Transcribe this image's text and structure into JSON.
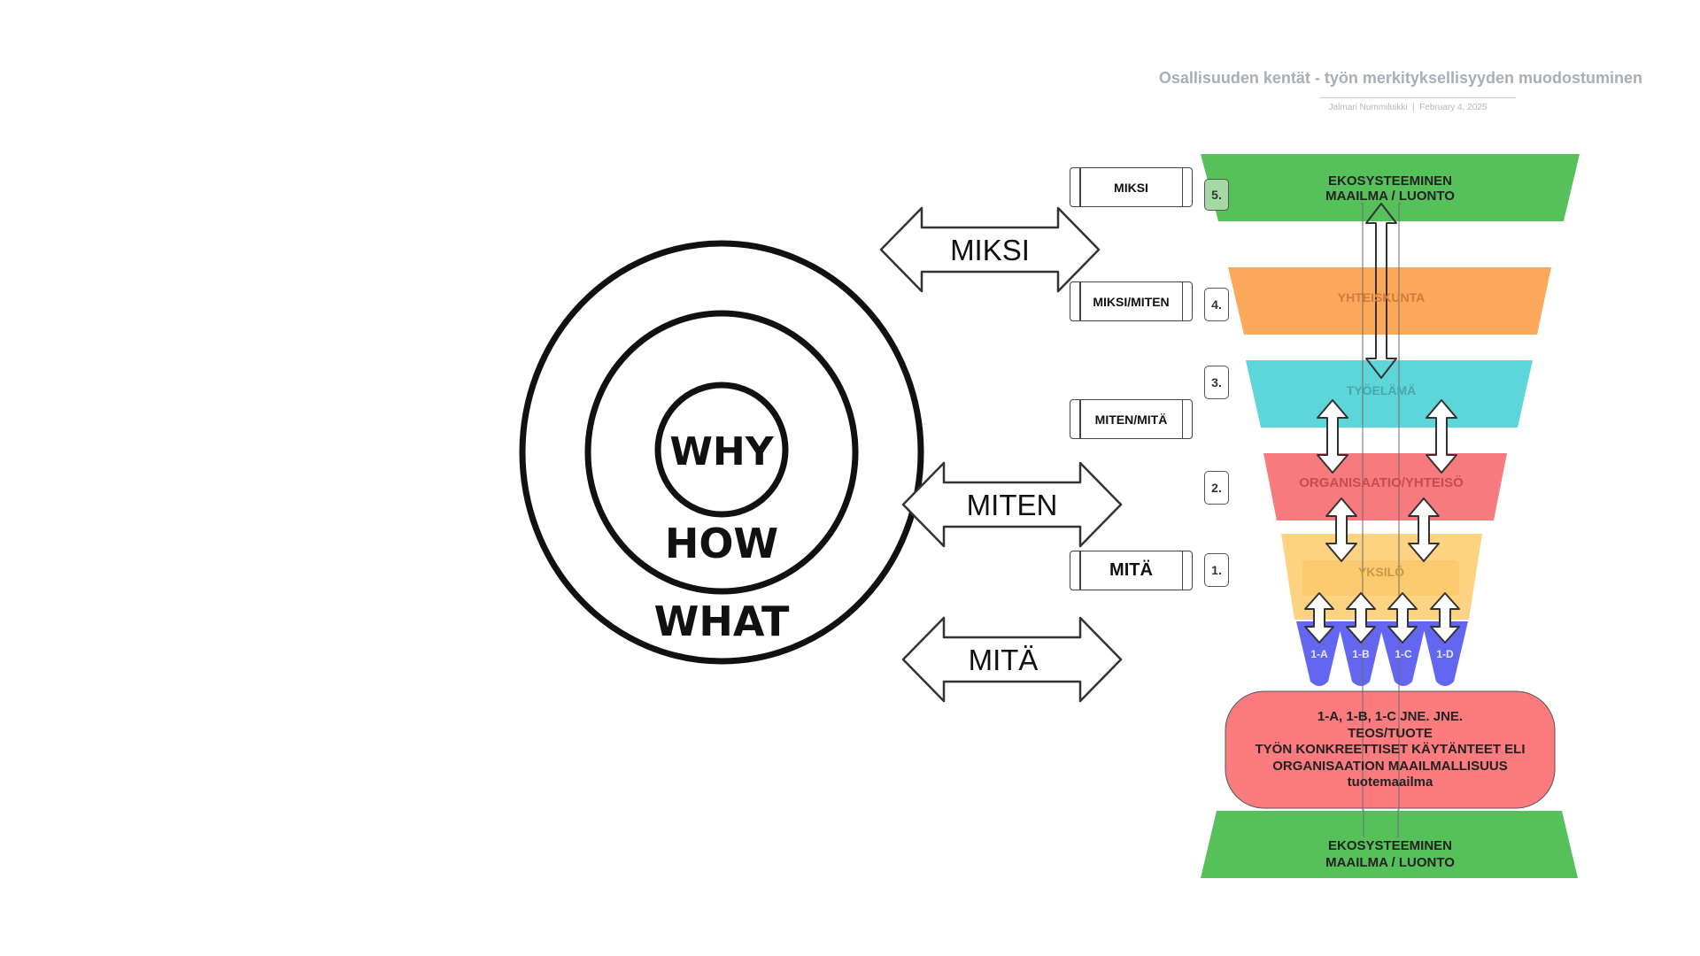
{
  "header": {
    "title": "Osallisuuden kentät - työn merkityksellisyyden muodostuminen",
    "author": "Jalmari Nummiluikki",
    "date": "February 4, 2025"
  },
  "golden_circle": {
    "why": "WHY",
    "how": "HOW",
    "what": "WHAT"
  },
  "big_arrows": {
    "miksi": "MIKSI",
    "miten": "MITEN",
    "mita": "MITÄ"
  },
  "level_boxes": {
    "miksi": "MIKSI",
    "miksi_miten": "MIKSI/MITEN",
    "miten_mita": "MITEN/MITÄ",
    "mita": "MITÄ"
  },
  "level_tags": {
    "five": "5.",
    "four": "4.",
    "three": "3.",
    "two": "2.",
    "one": "1."
  },
  "layers": {
    "ecosystem_top_line1": "EKOSYSTEEMINEN",
    "ecosystem_top_line2": "MAAILMA / LUONTO",
    "society": "YHTEISKUNTA",
    "working_life": "TYÖELÄMÄ",
    "organisation": "ORGANISAATIO/YHTEISÖ",
    "individual": "YKSILÖ",
    "ecosystem_bottom_line1": "EKOSYSTEEMINEN",
    "ecosystem_bottom_line2": "MAAILMA / LUONTO"
  },
  "cones": {
    "a": "1-A",
    "b": "1-B",
    "c": "1-C",
    "d": "1-D"
  },
  "product_box": {
    "line1": "1-A, 1-B, 1-C JNE. JNE.",
    "line2": "TEOS/TUOTE",
    "line3": "TYÖN KONKREETTISET KÄYTÄNTEET ELI",
    "line4": "ORGANISAATION MAAILMALLISUUS",
    "line5": "tuotemaailma"
  },
  "colors": {
    "green": "#56c15b",
    "orange": "#fba85a",
    "teal": "#5dd6da",
    "red": "#f77a7e",
    "yellow": "#fdd280",
    "blue": "#6366f0",
    "product": "#fb7b7f"
  }
}
